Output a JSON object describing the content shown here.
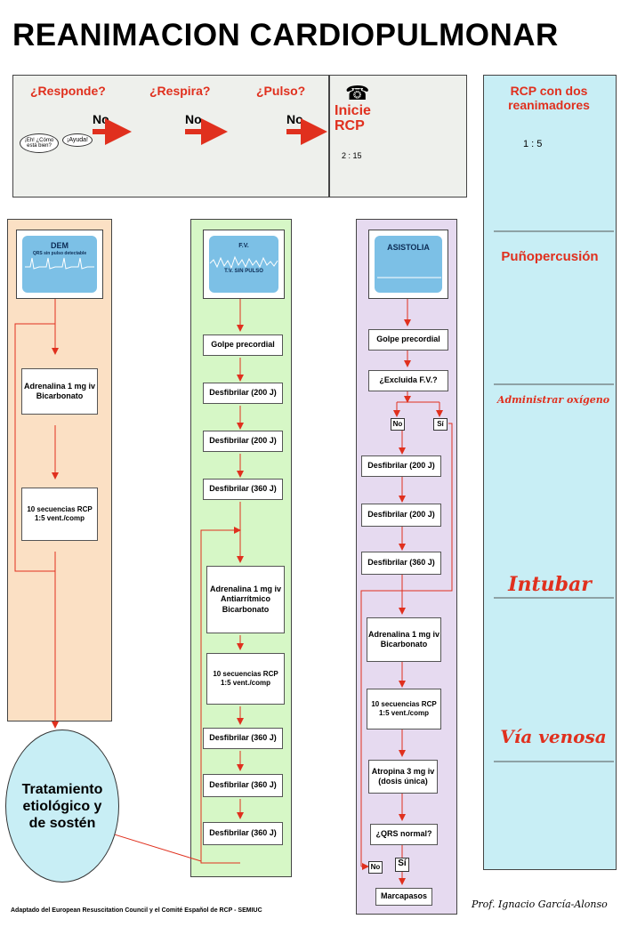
{
  "title": "REANIMACION CARDIOPULMONAR",
  "top": {
    "q1": "¿Responde?",
    "q2": "¿Respira?",
    "q3": "¿Pulso?",
    "no": "No",
    "speech1": "¡Eh! ¿Cómo está bien?",
    "speech2": "¡Ayuda!",
    "inicie": "Inicie",
    "rcp": "RCP",
    "ratio": "2 : 15"
  },
  "sidebar": {
    "dos_reanimadores": "RCP con dos reanimadores",
    "ratio": "1 : 5",
    "punopercusion": "Puñopercusión",
    "oxigeno": "Administrar oxígeno",
    "intubar": "Intubar",
    "via": "Vía venosa"
  },
  "dem": {
    "monitor_title": "DEM",
    "monitor_sub": "QRS sin pulso detectable",
    "adrenalina": "Adrenalina 1 mg iv Bicarbonato",
    "secuencias": "10 secuencias RCP 1:5 vent./comp"
  },
  "fv": {
    "monitor_title": "F.V.",
    "monitor_sub": "T.V. SIN PULSO",
    "golpe": "Golpe precordial",
    "d200a": "Desfibrilar (200 J)",
    "d200b": "Desfibrilar (200 J)",
    "d360a": "Desfibrilar (360 J)",
    "adrenalina": "Adrenalina 1 mg iv Antiarrítmico Bicarbonato",
    "secuencias": "10 secuencias RCP 1:5 vent./comp",
    "d360b": "Desfibrilar (360 J)",
    "d360c": "Desfibrilar (360 J)",
    "d360d": "Desfibrilar (360 J)"
  },
  "asistolia": {
    "monitor_title": "ASISTOLIA",
    "golpe": "Golpe precordial",
    "excluida": "¿Excluida F.V.?",
    "no": "No",
    "si": "Sí",
    "d200a": "Desfibrilar (200 J)",
    "d200b": "Desfibrilar (200 J)",
    "d360": "Desfibrilar (360 J)",
    "adrenalina": "Adrenalina 1 mg iv Bicarbonato",
    "secuencias": "10 secuencias RCP 1:5 vent./comp",
    "atropina": "Atropina 3 mg iv (dosis única)",
    "qrs": "¿QRS normal?",
    "no2": "No",
    "si2": "Sí",
    "marcapasos": "Marcapasos"
  },
  "tratamiento": "Tratamiento etiológico y de sostén",
  "footer": "Adaptado del European Resuscitation Council y el Comité Español de RCP - SEMIUC",
  "signature": "Prof. Ignacio García-Alonso",
  "colors": {
    "red": "#e0301e",
    "peach": "#fbe0c4",
    "green": "#d6f7c6",
    "lavender": "#e6daf0",
    "cyan": "#c8eef5",
    "top_panel": "#eef0ec"
  }
}
